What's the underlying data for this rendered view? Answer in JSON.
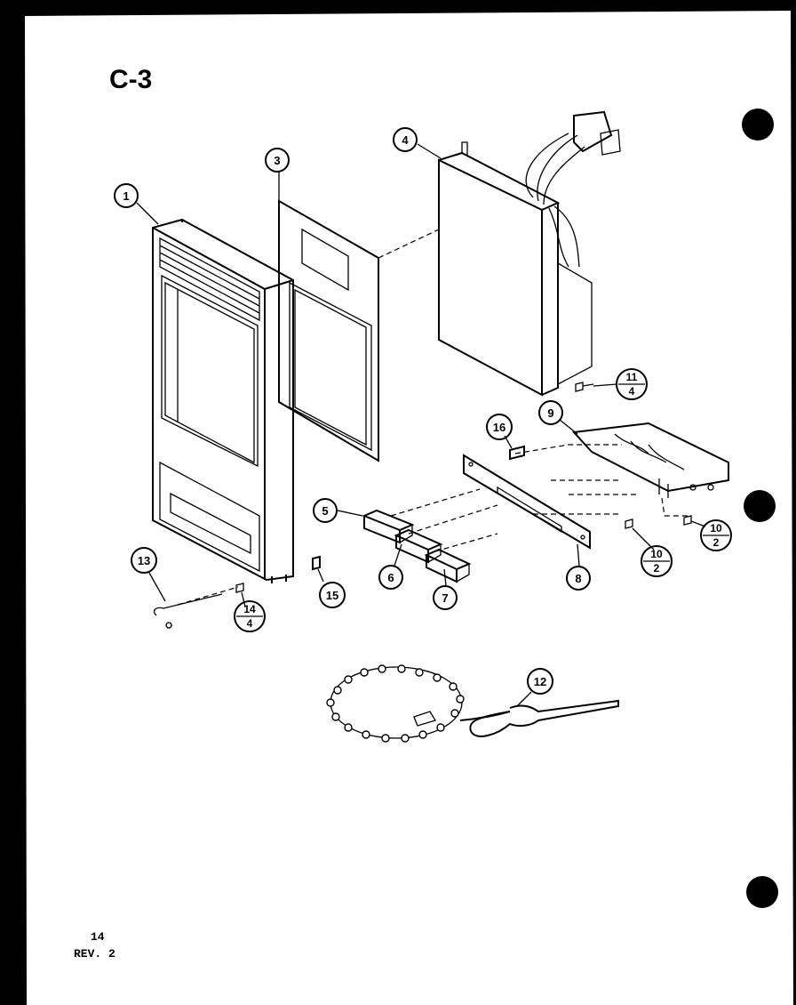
{
  "page": {
    "section_label": "C-3",
    "page_number": "14",
    "revision": "REV. 2"
  },
  "callouts": {
    "c1": "1",
    "c3": "3",
    "c4": "4",
    "c5": "5",
    "c6": "6",
    "c7": "7",
    "c8": "8",
    "c9": "9",
    "c12": "12",
    "c13": "13",
    "c15": "15",
    "c16": "16"
  },
  "fraction_callouts": {
    "f11": {
      "top": "11",
      "bottom": "4"
    },
    "f10a": {
      "top": "10",
      "bottom": "2"
    },
    "f10b": {
      "top": "10",
      "bottom": "2"
    },
    "f14": {
      "top": "14",
      "bottom": "4"
    }
  },
  "colors": {
    "paper": "#ffffff",
    "ink": "#000000",
    "background": "#000000"
  }
}
